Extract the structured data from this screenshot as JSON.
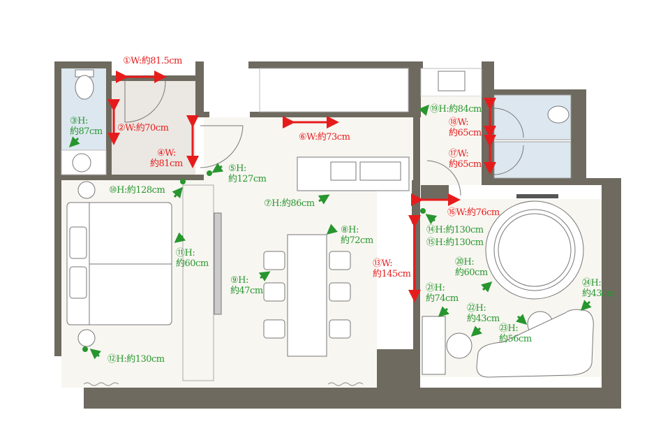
{
  "colors": {
    "wall": "#6e6a5f",
    "floor": "#f8f6f1",
    "entry": "#ebe8e3",
    "wet": "#dde7f0",
    "height": "#27962f",
    "width": "#e61c1c"
  },
  "labels": {
    "l1": "①W:約81.5cm",
    "l2": "②W:約70cm",
    "l3a": "③H:",
    "l3b": "約87cm",
    "l4a": "④W:",
    "l4b": "約81cm",
    "l5a": "⑤H:",
    "l5b": "約127cm",
    "l6": "⑥W:約73cm",
    "l7": "⑦H:約86cm",
    "l8a": "⑧H:",
    "l8b": "約72cm",
    "l9a": "⑨H:",
    "l9b": "約47cm",
    "l10": "⑩H:約128cm",
    "l11a": "⑪H:",
    "l11b": "約60cm",
    "l12": "⑫H:約130cm",
    "l13a": "⑬W:",
    "l13b": "約145cm",
    "l14": "⑭H:約130cm",
    "l15": "⑮H:約130cm",
    "l16": "⑯W:約76cm",
    "l17a": "⑰W:",
    "l17b": "約65cm",
    "l18a": "⑱W:",
    "l18b": "約65cm",
    "l19": "⑲H:約84cm",
    "l20a": "⑳H:",
    "l20b": "約60cm",
    "l21a": "㉑H:",
    "l21b": "約74cm",
    "l22a": "㉒H:",
    "l22b": "約43cm",
    "l23a": "㉓H:",
    "l23b": "約56cm",
    "l24a": "㉔H:",
    "l24b": "約43cm"
  }
}
